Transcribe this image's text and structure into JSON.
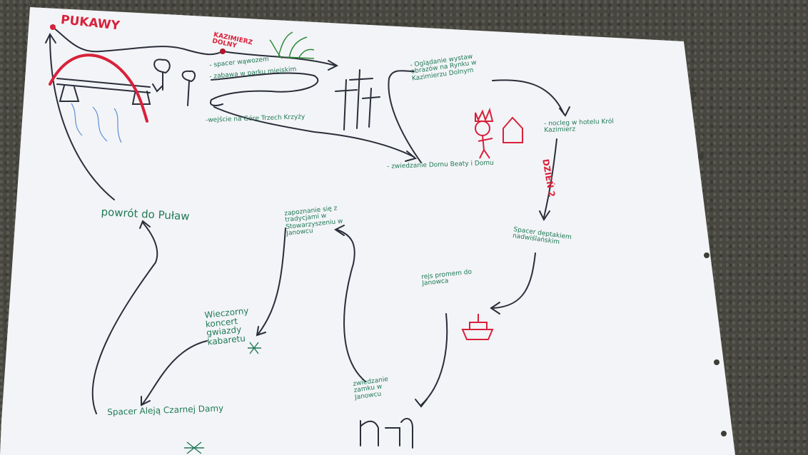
{
  "title": "PUKAWY",
  "place": "KAZIMIERZ DOLNY",
  "day_label": "DZIEŃ 2",
  "stops": {
    "walk_gorge": "- spacer wąwozem",
    "castle_ruins": "- zabawa w parku miejskim",
    "three_crosses": "-wejście na Górę Trzech Krzyży",
    "market_exhibit": "- Oglądanie wystaw obrazów na Rynku w Kazimierzu Dolnym",
    "sleep_hotel": "- nocleg w hotelu Król Kazimierz",
    "visit_houses": "- zwiedzanie Domu Beaty i Domu",
    "promenade_walk": "Spacer deptakiem nadwiślańskim",
    "boat_trip": "rejs promem do Janowca",
    "castle_janowiec": "zwiedzanie zamku w Janowcu",
    "traditions": "zapoznanie się z tradycjami w Stowarzyszeniu w Janowcu",
    "concert": "Wieczorny koncert gwiazdy kabaretu",
    "alley_walk": "Spacer Aleją Czarnej Damy",
    "return": "powrót do Puław"
  },
  "colors": {
    "green_ink": "#1f7a55",
    "red_ink": "#d8213a",
    "black_ink": "#2a2e3a",
    "paper": "#f3f4f7"
  }
}
